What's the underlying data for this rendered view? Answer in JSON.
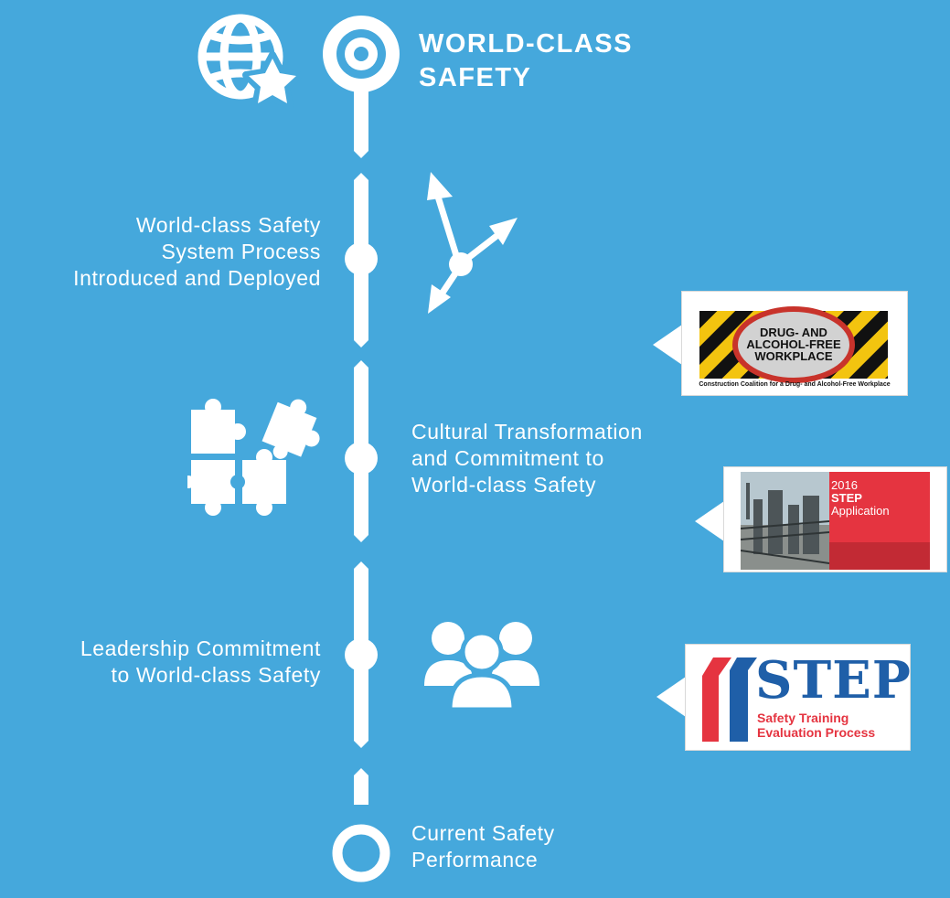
{
  "title": "WORLD-CLASS\nSAFETY",
  "milestones": [
    {
      "label": "World-class Safety\nSystem Process\nIntroduced and Deployed"
    },
    {
      "label": "Cultural Transformation\nand Commitment to\nWorld-class Safety"
    },
    {
      "label": "Leadership Commitment\nto World-class Safety"
    },
    {
      "label": "Current Safety\nPerformance"
    }
  ],
  "cards": {
    "drug_free": {
      "line1": "DRUG- AND",
      "line2": "ALCOHOL-FREE",
      "line3": "WORKPLACE",
      "caption": "Construction Coalition for a Drug- and Alcohol-Free Workplace"
    },
    "step_application": {
      "year": "2016",
      "name": "STEP",
      "word": "Application"
    },
    "step_logo": {
      "name": "STEP",
      "line1": "Safety Training",
      "line2": "Evaluation Process"
    }
  },
  "icons": [
    "globe-star-icon",
    "target-icon",
    "arrows-diverging-icon",
    "puzzle-icon",
    "people-group-icon"
  ],
  "colors": {
    "background": "#45a8dc",
    "white": "#ffffff",
    "step_red": "#e53440",
    "step_blue": "#1f5fa8"
  }
}
